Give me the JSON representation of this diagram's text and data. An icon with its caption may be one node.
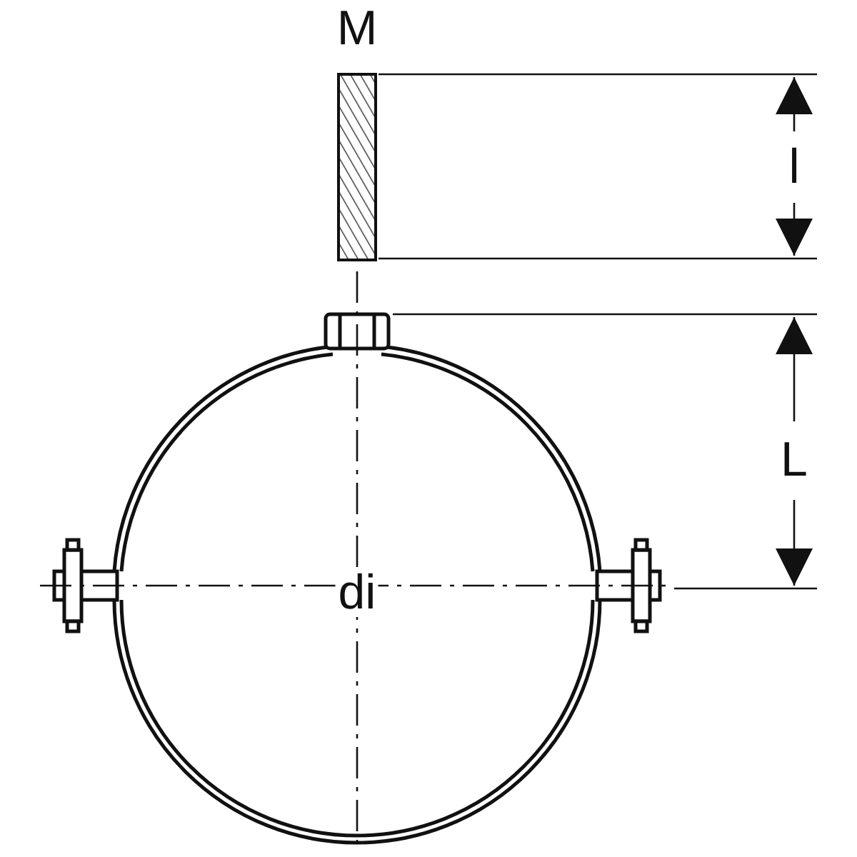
{
  "diagram": {
    "labels": [
      "M",
      "l",
      "L",
      "di"
    ]
  }
}
